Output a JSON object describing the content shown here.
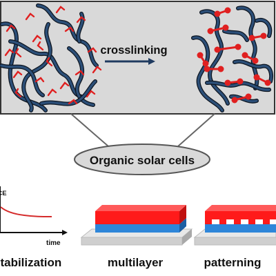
{
  "top_panel": {
    "process_label": "crosslinking",
    "background": "#d9d9d9",
    "border": "#333333"
  },
  "center": {
    "title": "Organic solar cells"
  },
  "bottom": {
    "stabilization": {
      "y_axis_label": "PCE",
      "x_axis_label": "time",
      "label": "stabilization"
    },
    "multilayer": {
      "label": "multilayer"
    },
    "patterning": {
      "label": "patterning"
    }
  },
  "colors": {
    "polymer_chain": "#2c4f78",
    "polymer_outline": "#0d1520",
    "crosslinker": "#e02020",
    "arrow": "#1f3a5f",
    "layer_top": "#ff1a1a",
    "layer_bottom": "#2e86d9",
    "substrate": "#d4d4d4",
    "curve": "#d52b2b"
  }
}
